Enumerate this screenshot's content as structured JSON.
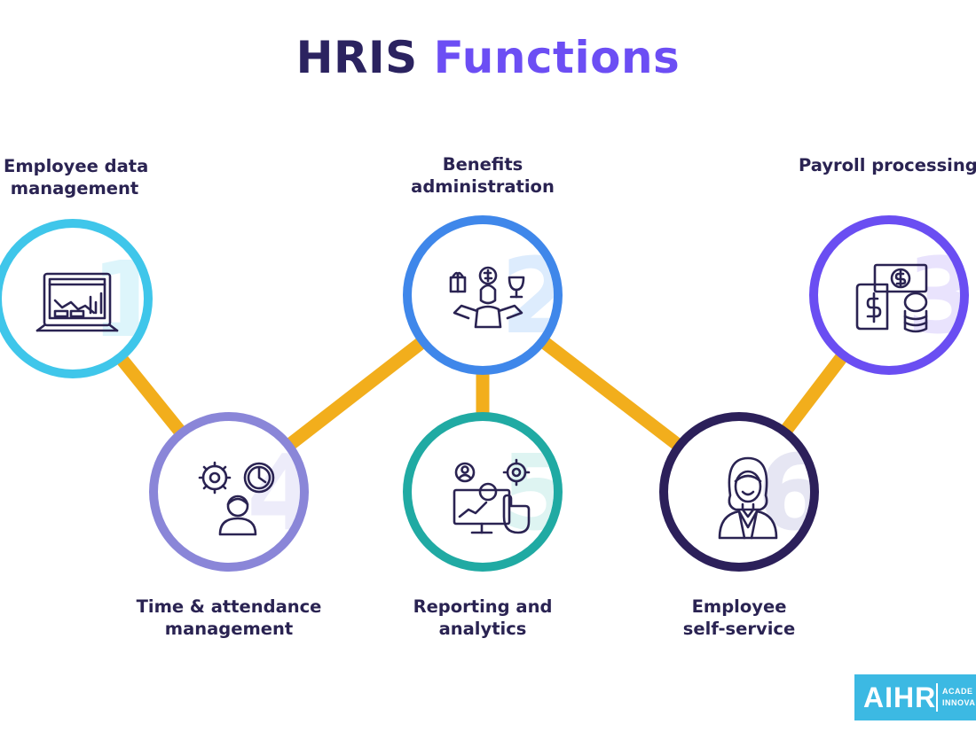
{
  "title": {
    "main": "HRIS",
    "accent": "Functions"
  },
  "colors": {
    "title_dark": "#2b2360",
    "title_accent": "#6c4ef4",
    "connector": "#f2ae1c",
    "icon_stroke": "#2a2352",
    "logo_bg": "#3cb9e3"
  },
  "functions": [
    {
      "number": "1",
      "label_lines": [
        "Employee data",
        "management"
      ],
      "ring_color": "#3fc6ea",
      "number_color": "#b4e9f7",
      "icon": "dashboard-laptop-icon"
    },
    {
      "number": "2",
      "label_lines": [
        "Benefits",
        "administration"
      ],
      "ring_color": "#3f87ea",
      "number_color": "#b3d4fa",
      "icon": "benefits-person-icon"
    },
    {
      "number": "3",
      "label_lines": [
        "Payroll processing"
      ],
      "ring_color": "#6a4ef2",
      "number_color": "#cfc2fb",
      "icon": "payroll-money-icon"
    },
    {
      "number": "4",
      "label_lines": [
        "Time & attendance",
        "management"
      ],
      "ring_color": "#8a86d8",
      "number_color": "#d8d5f3",
      "icon": "time-attendance-icon"
    },
    {
      "number": "5",
      "label_lines": [
        "Reporting and",
        "analytics"
      ],
      "ring_color": "#20aaa3",
      "number_color": "#b5e6e2",
      "icon": "reporting-analytics-icon"
    },
    {
      "number": "6",
      "label_lines": [
        "Employee",
        "self-service"
      ],
      "ring_color": "#2c205a",
      "number_color": "#c8c8e4",
      "icon": "employee-woman-icon"
    }
  ],
  "logo": {
    "main": "AIHR",
    "sub_lines": [
      "ACADE",
      "INNOVA"
    ]
  }
}
